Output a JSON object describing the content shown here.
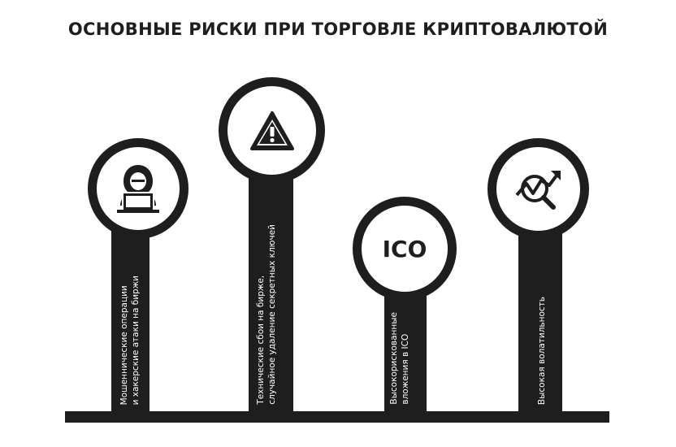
{
  "title": "ОСНОВНЫЕ РИСКИ ПРИ ТОРГОВЛЕ КРИПТОВАЛЮТОЙ",
  "pillars": [
    {
      "icon": "hacker-icon",
      "label": "Мошеннические операции\nи хакерские атаки на биржи"
    },
    {
      "icon": "warning-icon",
      "label": "Технические сбои на бирже,\nслучайное удаление секретных ключей"
    },
    {
      "icon": "ico-text",
      "icon_text": "ICO",
      "label": "Высокорискованные\nвложения в ICO"
    },
    {
      "icon": "volatility-chart-icon",
      "label": "Высокая волатильность"
    }
  ],
  "colors": {
    "dark": "#1e1e1e",
    "background": "#ffffff"
  }
}
